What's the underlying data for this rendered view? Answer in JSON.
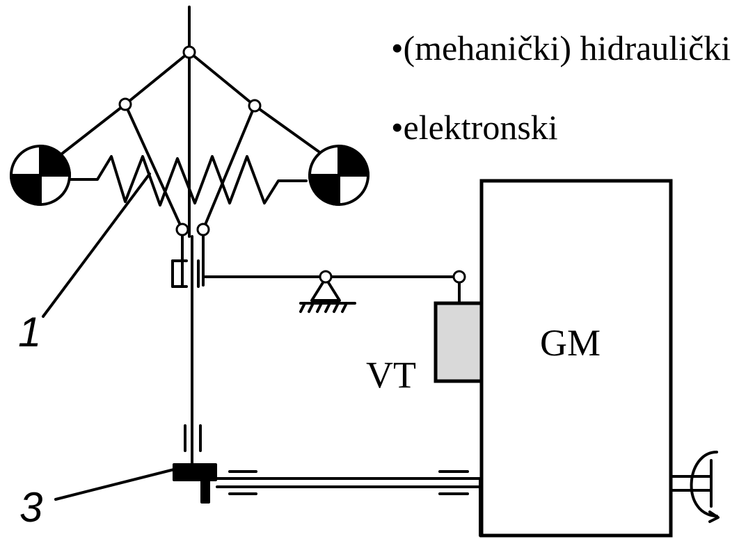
{
  "bullets": [
    "•(mehanički) hidraulički",
    "•elektronski"
  ],
  "labels": {
    "gm": "GM",
    "vt": "VT",
    "part_1": "1",
    "part_3": "3"
  },
  "colors": {
    "line": "#000000",
    "vt_fill": "#d9d9d9",
    "background": "#ffffff"
  }
}
